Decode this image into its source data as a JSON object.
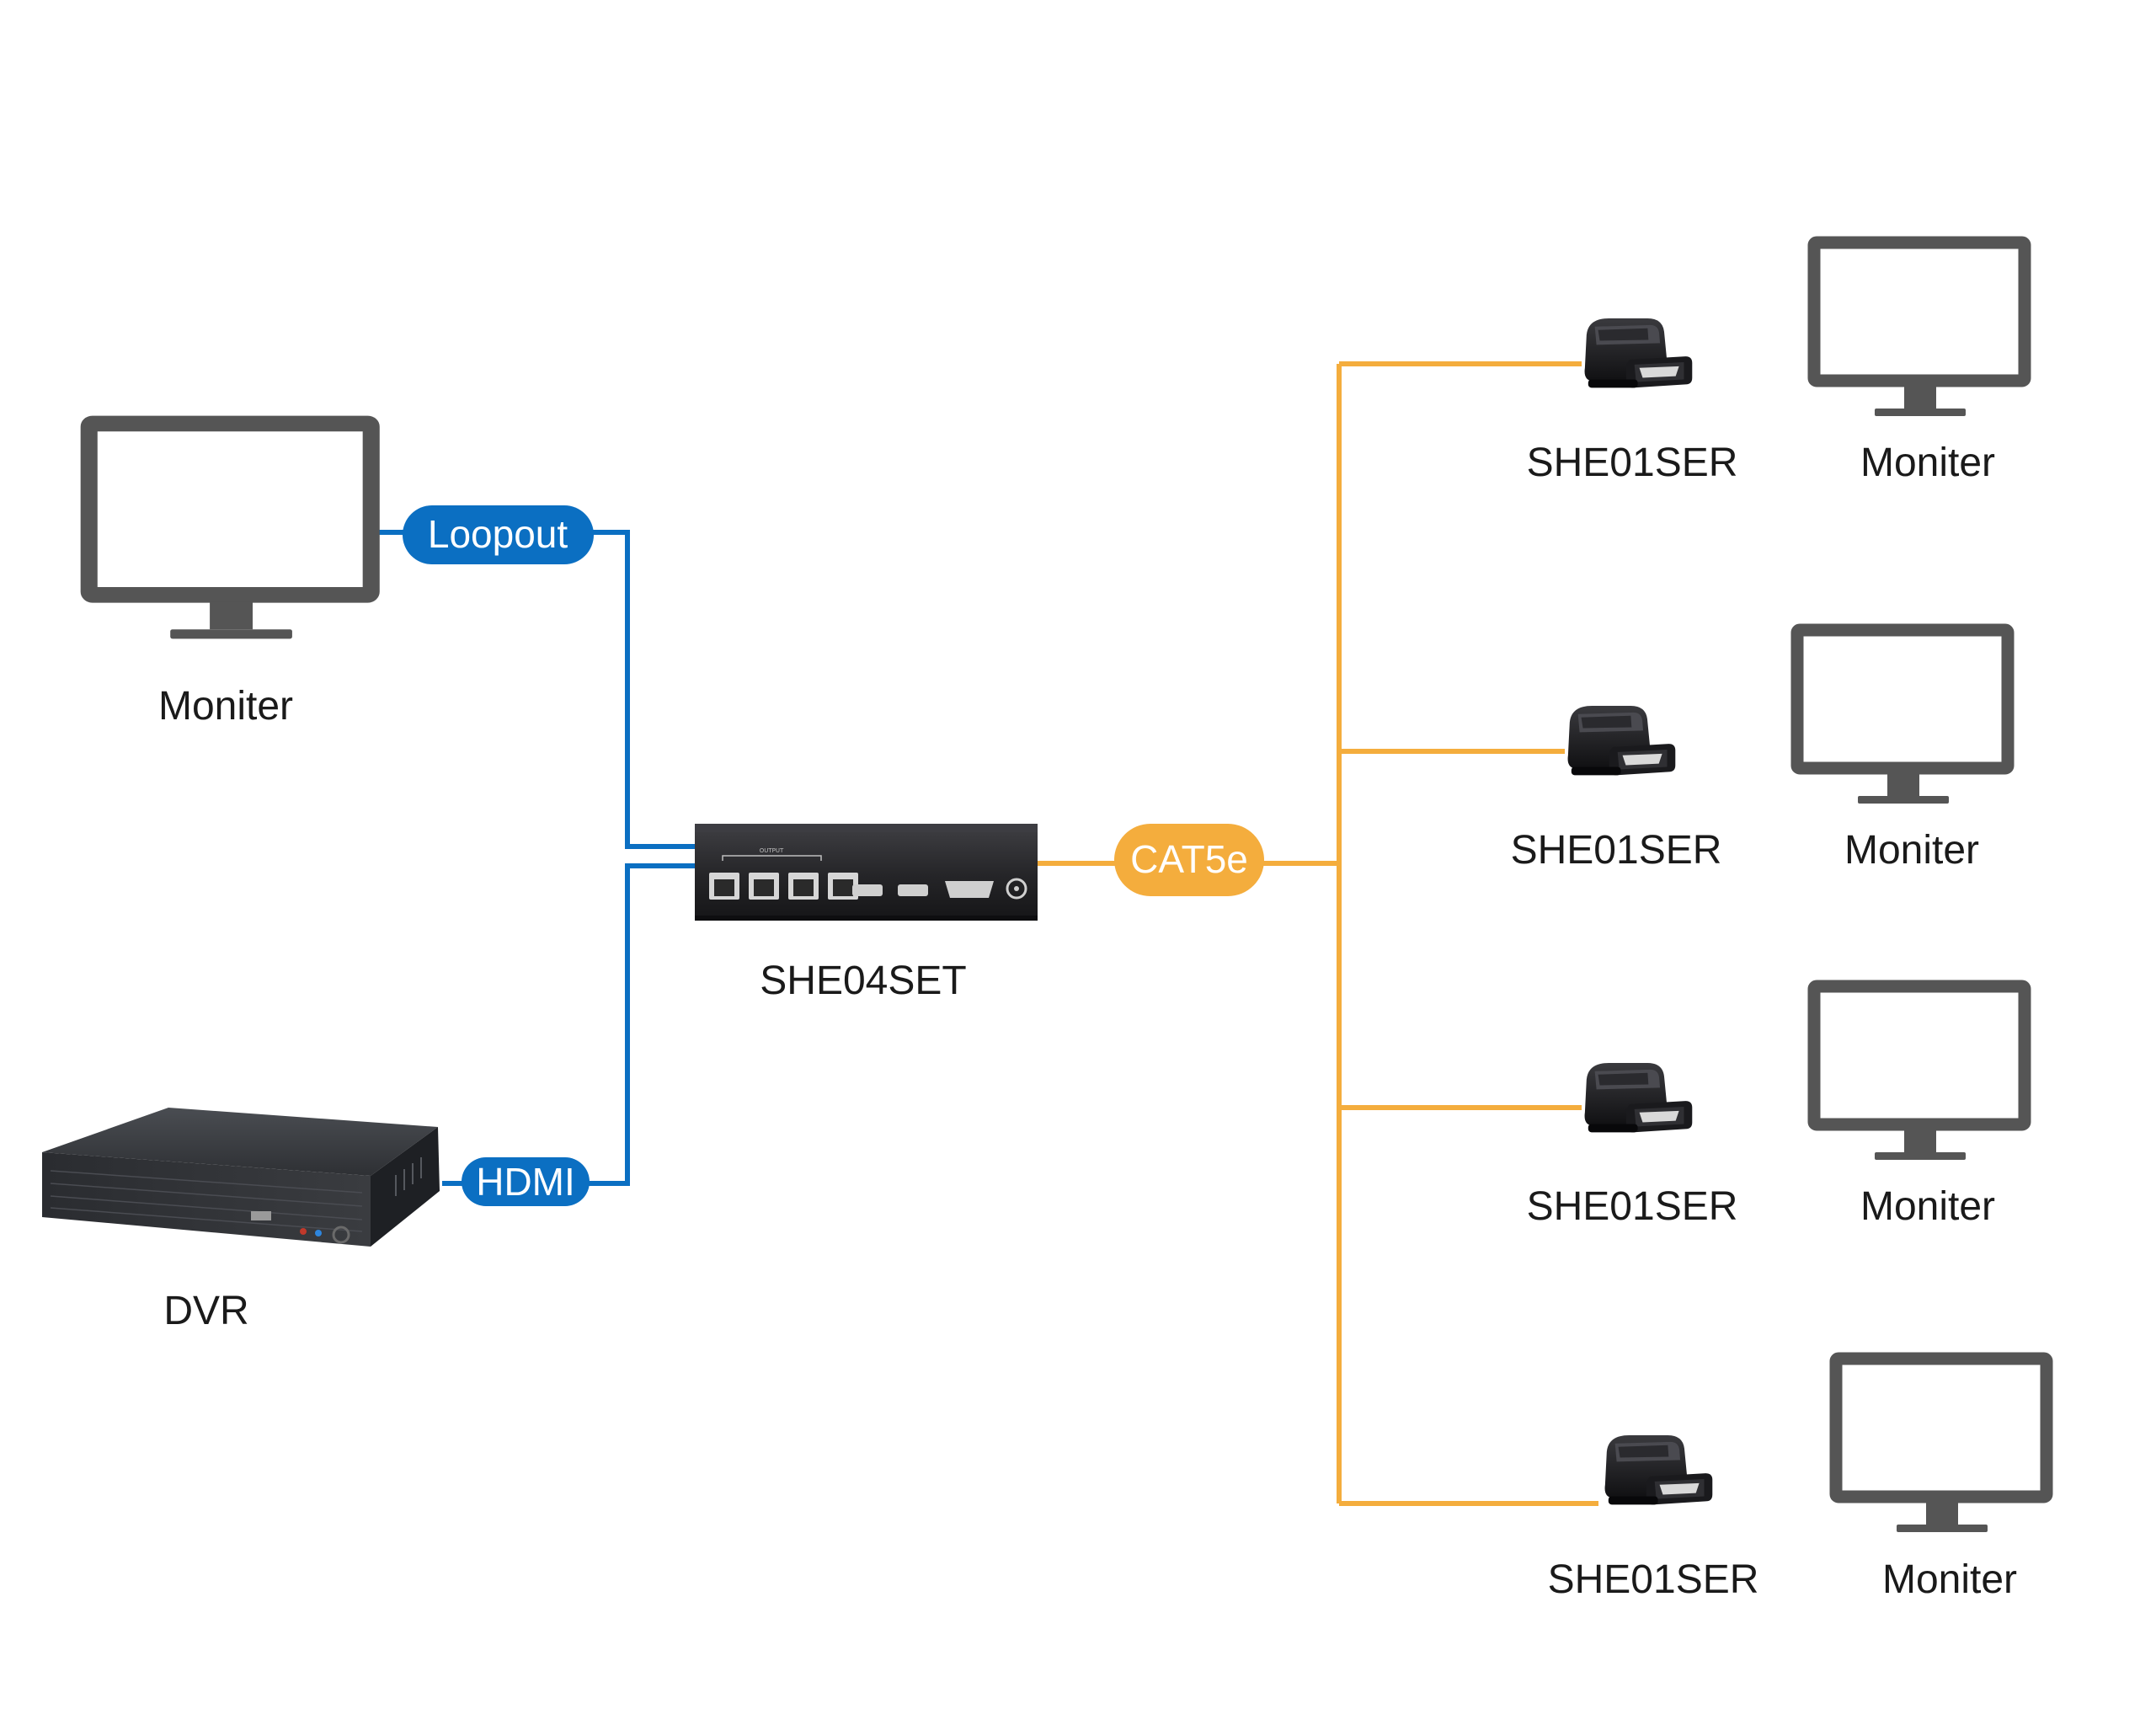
{
  "colors": {
    "hdmi_line": "#0b6fc2",
    "cat5e_line": "#f4ad3d",
    "monitor": "#555555",
    "device_dark": "#1f1f22"
  },
  "connections": {
    "loopout": "Loopout",
    "hdmi": "HDMI",
    "cat5e": "CAT5e"
  },
  "sender": {
    "label": "SHE04SET"
  },
  "source": {
    "label": "DVR"
  },
  "local_monitor": {
    "label": "Moniter"
  },
  "receivers": [
    {
      "receiver_label": "SHE01SER",
      "monitor_label": "Moniter"
    },
    {
      "receiver_label": "SHE01SER",
      "monitor_label": "Moniter"
    },
    {
      "receiver_label": "SHE01SER",
      "monitor_label": "Moniter"
    },
    {
      "receiver_label": "SHE01SER",
      "monitor_label": "Moniter"
    }
  ],
  "icons": [
    "monitor-icon",
    "dvr-icon",
    "hdmi-extender-icon",
    "hdmi-splitter-icon"
  ]
}
